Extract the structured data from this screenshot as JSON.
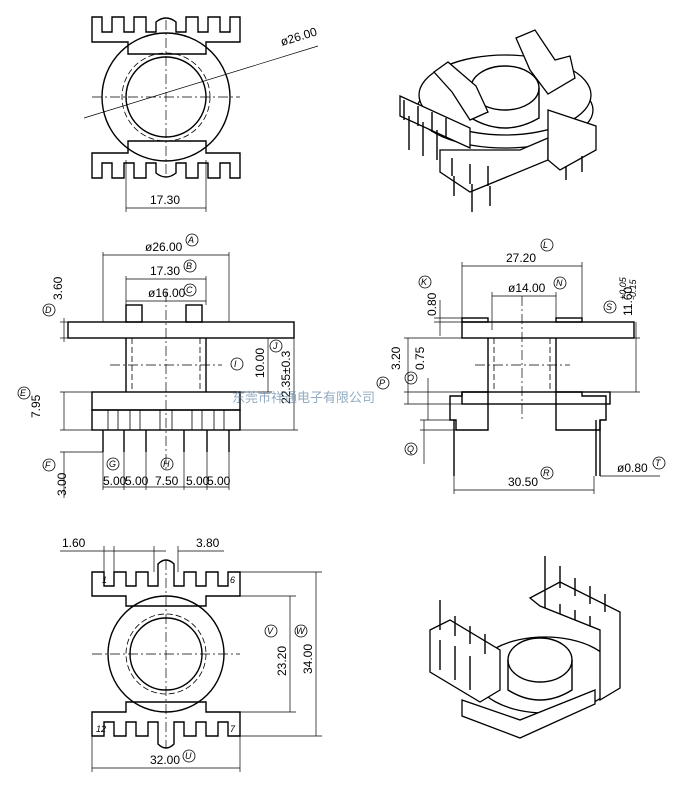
{
  "top_view": {
    "dim_diameter": "ø26.00",
    "dim_width": "17.30"
  },
  "side_view": {
    "dim_a": "ø26.00",
    "dim_b": "17.30",
    "dim_c": "ø16.00",
    "dim_d": "3.60",
    "dim_e": "7.95",
    "dim_f": "3.00",
    "dim_i": "10.00",
    "dim_j": "22.35±0.3",
    "pitch_labels": [
      "5.00",
      "5.00",
      "7.50",
      "5.00",
      "5.00"
    ],
    "letters": [
      "A",
      "B",
      "C",
      "D",
      "E",
      "F",
      "G",
      "H",
      "I",
      "J"
    ]
  },
  "front_view": {
    "dim_l": "27.20",
    "dim_n": "ø14.00",
    "dim_k": "0.80",
    "dim_s": "11.60",
    "dim_s_tol": "+0.05\n-0.15",
    "dim_s_tol_top": "+0.05",
    "dim_s_tol_bottom": "-0.15",
    "dim_p": "3.20",
    "dim_o": "0.75",
    "dim_r": "30.50",
    "dim_t": "ø0.80",
    "letters": [
      "K",
      "L",
      "N",
      "O",
      "P",
      "Q",
      "R",
      "S",
      "T"
    ]
  },
  "bottom_view": {
    "dim_slot": "1.60",
    "dim_gap": "3.80",
    "dim_v": "23.20",
    "dim_w": "34.00",
    "dim_u": "32.00",
    "letters": [
      "U",
      "V",
      "W"
    ],
    "pin_num_1": "1",
    "pin_num_6": "6",
    "pin_num_7": "7",
    "pin_num_12": "12"
  },
  "watermark": "东莞市祥通电子有限公司"
}
